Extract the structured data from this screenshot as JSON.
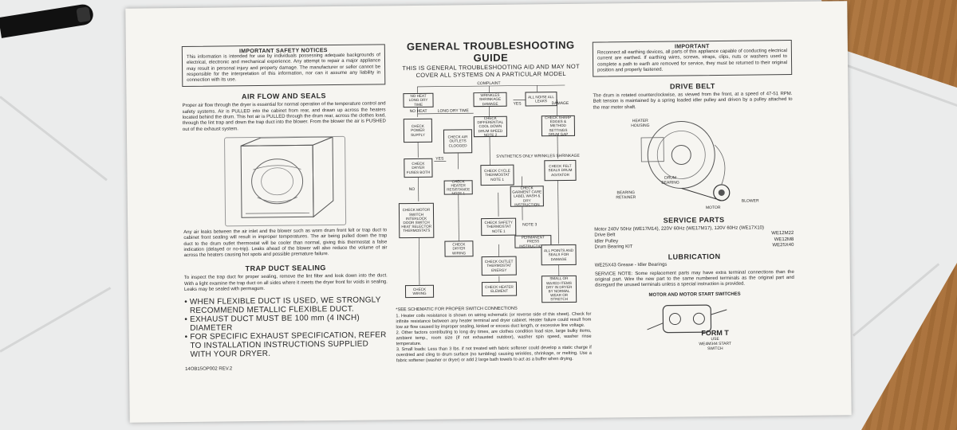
{
  "photo": {
    "paper_color": "#f6f5f1",
    "ink_color": "#2a2a2a",
    "tile_color": "#ebecec",
    "wood_color": "#b07a42",
    "pen_color": "#111111"
  },
  "left": {
    "safety_title": "IMPORTANT SAFETY NOTICES",
    "safety_text": "This information is intended for use by individuals possessing adequate backgrounds of electrical, electronic and mechanical experience. Any attempt to repair a major appliance may result in personal injury and property damage. The manufacturer or seller cannot be responsible for the interpretation of this information, nor can it assume any liability in connection with its use.",
    "airflow_title": "AIR FLOW AND SEALS",
    "airflow_text": "Proper air flow through the dryer is essential for normal operation of the temperature control and safety systems. Air is PULLED into the cabinet from rear, and drawn up across the heaters located behind the drum. This hot air is PULLED through the drum rear, across the clothes load, through the lint trap and down the trap duct into the blower. From the blower the air is PUSHED out of the exhaust system.",
    "leak_text": "Any air leaks between the air inlet and the blower such as worn drum front felt or trap duct to cabinet front sealing will result in improper temperatures. The air being pulled down the trap duct to the drum outlet thermostat will be cooler than normal, giving this thermostat a false indication (delayed or no-trip). Leaks ahead of the blower will also reduce the volume of air across the heaters causing hot spots and possible premature failure.",
    "trap_title": "TRAP DUCT SEALING",
    "trap_text": "To inspect the trap duct for proper sealing, remove the lint filter and look down into the duct. With a light examine the trap duct on all sides where it meets the dryer front for voids in sealing. Leaks may be sealed with permagum.",
    "bullets": [
      "WHEN FLEXIBLE DUCT IS USED, WE STRONGLY RECOMMEND METALLIC FLEXIBLE DUCT.",
      "EXHAUST DUCT MUST BE 100 mm (4 INCH) DIAMETER",
      "FOR SPECIFIC EXHAUST SPECIFICATION, REFER TO INSTALLATION INSTRUCTIONS SUPPLIED WITH YOUR DRYER."
    ],
    "footer": "14OB15OP002 REV.2"
  },
  "center": {
    "title": "GENERAL TROUBLESHOOTING GUIDE",
    "subtitle": "THIS IS GENERAL TROUBLESHOOTING AID AND MAY NOT COVER ALL SYSTEMS ON A PARTICULAR MODEL",
    "flow": {
      "complaint": "COMPLAINT",
      "b_long_dry": "NO HEAT LONG DRY TIME",
      "b_wrinkles": "WRINKLES SHRINKAGE DAMAGE",
      "b_noise": "ALL NOISE ALL LEAKS",
      "lbl_no_heat": "NO HEAT",
      "lbl_long_dry": "LONG DRY TIME",
      "lbl_yes": "YES",
      "lbl_damage": "DAMAGE",
      "b_supply": "CHECK POWER SUPPLY",
      "b_clogged": "CHECK AIR OUTLETS CLOGGED",
      "b_cooldown": "CHECK DIFFERENTIAL COOL DOWN DRUM SPEED NOTE 2",
      "b_sharp": "CHECK SHARP EDGES & METHOD SETTINGS DRUM GAP",
      "lbl_synth": "SYNTHETICS ONLY WRINKLES SHRINKAGE",
      "b_fuses": "CHECK DRYER FUSES BOTH",
      "b_heater": "CHECK HEATER RESISTANCE NOTE 1",
      "b_thermostat": "CHECK CYCLE THERMOSTAT NOTE 1",
      "b_care": "CHECK GARMENT CARE LABEL WASH & DRY INSTRUCTION",
      "b_felt": "CHECK FELT SEALS DRUM AGITATOR",
      "lbl_no": "NO",
      "b_motor": "CHECK MOTOR SWITCH INTERLOCK DOOR SWITCH HEAT SELECTOR THERMOSTATS",
      "b_wires": "CHECK DRYER WIRING",
      "b_safety": "CHECK SAFETY THERMOSTAT NOTE 1",
      "note3": "NOTE 3",
      "b_perm": "PERMANENT PRESS INSTRUCTIONS",
      "b_allpoints": "ALL POINTS AND SEALS FOR DAMAGE",
      "b_wiring_end": "CHECK WIRING",
      "b_outlet": "CHECK OUTLET THERMOSTAT ENERGY",
      "b_element": "CHECK HEATER ELEMENT",
      "b_sweater": "SMALL OR WAXED ITEMS DRY IN DRYER BY NORMAL WEAR OR STRETCH"
    },
    "schematic_note": "*SEE SCHEMATIC FOR PROPER SWITCH CONNECTIONS",
    "notes": [
      "Heater coils resistance is shown on wiring schematic (or reverse side of this sheet). Check for infinite resistance between any heater terminal and dryer cabinet. Heater failure could result from low air flow caused by improper sealing, kinked or excess duct length, or excessive line voltage.",
      "Other factors contributing to long dry times, are clothes condition load size, large bulky items, ambient temp., room size (if not exhausted outdoor), washer spin speed, washer rinse temperature.",
      "Small loads: Less than 3 lbs. if not treated with fabric softener could develop a static charge if overdried and cling to drum surface (no tumbling) causing wrinkles, shrinkage, or melting. Use a fabric softener (washer or dryer) or add 2 large bath towels to act as a buffer when drying."
    ]
  },
  "right": {
    "important_title": "IMPORTANT",
    "important_text": "Reconnect all earthing devices, all parts of this appliance capable of conducting electrical current are earthed. If earthing wires, screws, straps, clips, nuts or washers used to complete a path to earth are removed for service, they must be returned to their original position and properly fastened.",
    "belt_title": "DRIVE BELT",
    "belt_text": "The drum is rotated counterclockwise, as viewed from the front, at a speed of 47-51 RPM. Belt tension is maintained by a spring loaded idler pulley and driven by a pulley attached to the rear motor shaft.",
    "labels": {
      "heater": "HEATER HOUSING",
      "drum": "DRUM BEARING",
      "bearing": "BEARING RETAINER",
      "motor": "MOTOR",
      "blower": "BLOWER"
    },
    "service_title": "SERVICE PARTS",
    "service_header": "Motor 240V 50Hz (WE17M14), 220V 60Hz (WE17M17), 120V 60Hz (WE17X10)",
    "parts": [
      {
        "name": "Drive Belt",
        "part": "WE12M22"
      },
      {
        "name": "Idler Pulley",
        "part": "WE12M8"
      },
      {
        "name": "Drum Bearing KIT",
        "part": "WE25X40"
      }
    ],
    "lub_title": "LUBRICATION",
    "lub_text": "WE25X43 Grease - Idler Bearings",
    "service_note": "SERVICE NOTE: Some replacement parts may have extra terminal connections than the original part. Wire the new part to the same numbered terminals as the original part and disregard the unused terminals unless a special instruction is provided.",
    "switch_title": "MOTOR AND MOTOR START SWITCHES",
    "form": "FORM T",
    "form_use": "USE",
    "form_switch": "WE4M344 START SWITCH"
  }
}
